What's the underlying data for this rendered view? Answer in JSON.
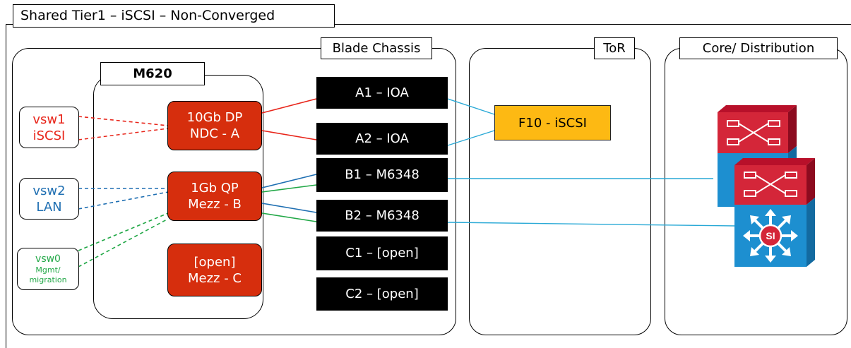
{
  "title": "Shared Tier1 – iSCSI – Non-Converged",
  "panels": {
    "blade": "Blade Chassis",
    "tor": "ToR",
    "core": "Core/ Distribution"
  },
  "server": {
    "label": "M620",
    "nics": [
      {
        "line1": "10Gb DP",
        "line2": "NDC - A"
      },
      {
        "line1": "1Gb QP",
        "line2": "Mezz - B"
      },
      {
        "line1": "[open]",
        "line2": "Mezz - C"
      }
    ]
  },
  "vswitches": [
    {
      "line1": "vsw1",
      "line2": "iSCSI",
      "color": "#e8251a"
    },
    {
      "line1": "vsw2",
      "line2": "LAN",
      "color": "#1f6fb2"
    },
    {
      "line1": "vsw0",
      "line2": "Mgmt/",
      "line3": "migration",
      "color": "#22a847"
    }
  ],
  "io_modules": [
    "A1 – IOA",
    "A2 – IOA",
    "B1 – M6348",
    "B2 – M6348",
    "C1 – [open]",
    "C2 – [open]"
  ],
  "tor_switch": "F10 - iSCSI",
  "core_switch_icons": [
    "layer3-switch-icon",
    "layer3-switch-si-icon"
  ],
  "core_switch_mark": "SI",
  "colors": {
    "nic": "#d62e0d",
    "io": "#000000",
    "tor": "#fdb913",
    "iscsi_line": "#e8251a",
    "lan_line": "#1f6fb2",
    "mgmt_line": "#22a847",
    "uplink": "#29a9d6"
  }
}
